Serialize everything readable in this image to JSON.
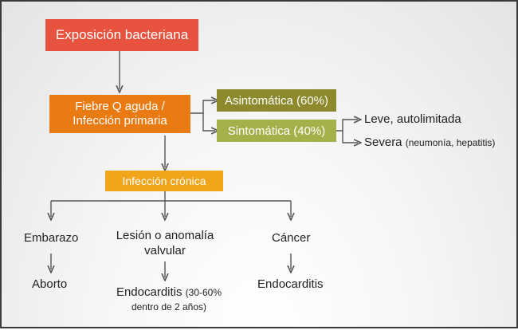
{
  "nodes": {
    "exposure": "Exposición bacteriana",
    "acute_line1": "Fiebre Q aguda /",
    "acute_line2": "Infección primaria",
    "asymptomatic": "Asintomática (60%)",
    "symptomatic": "Sintomática (40%)",
    "mild": "Leve, autolimitada",
    "severe": "Severa",
    "severe_detail": "(neumonía, hepatitis)",
    "chronic": "Infección crónica",
    "pregnancy": "Embarazo",
    "abortion": "Aborto",
    "lesion_line1": "Lesión o anomalía",
    "lesion_line2": "valvular",
    "endocarditis_left": "Endocarditis",
    "endocarditis_detail_1": "(30-60%",
    "endocarditis_detail_2": "dentro de 2 años)",
    "cancer": "Cáncer",
    "endocarditis_right": "Endocarditis"
  },
  "colors": {
    "exposure": "#e8533f",
    "acute": "#ea7b12",
    "asymptomatic": "#8c8a2c",
    "symptomatic": "#a6b04a",
    "chronic": "#f0a51a",
    "arrows": "#555555"
  }
}
